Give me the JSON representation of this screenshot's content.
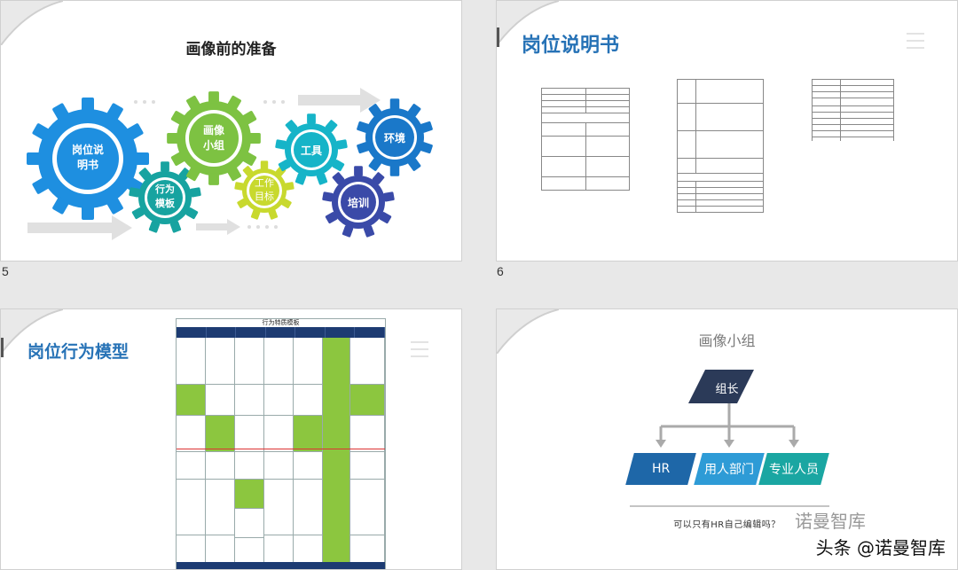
{
  "slides": [
    {
      "number": "5",
      "title": "画像前的准备",
      "gears": {
        "g1": "岗位说\n明书",
        "g2": "行为\n模板",
        "g3": "画像\n小组",
        "g4": "工作\n目标",
        "g5": "工具",
        "g6": "培训",
        "g7": "环境"
      }
    },
    {
      "number": "6",
      "title": "岗位说明书"
    },
    {
      "number": "",
      "title": "岗位行为模型",
      "table_title": "行为特质模板"
    },
    {
      "number": "",
      "title": "画像小组",
      "org": {
        "root": "组长",
        "children": [
          "HR",
          "用人部门",
          "专业人员"
        ]
      },
      "question": "可以只有HR自己编辑吗？"
    }
  ],
  "watermark": "头条 @诺曼智库",
  "watermark_faint": "诺曼智库",
  "colors": {
    "blue": "#2672b6",
    "teal": "#1aa6a2",
    "green": "#7dc242",
    "navy": "#2b3a58"
  }
}
